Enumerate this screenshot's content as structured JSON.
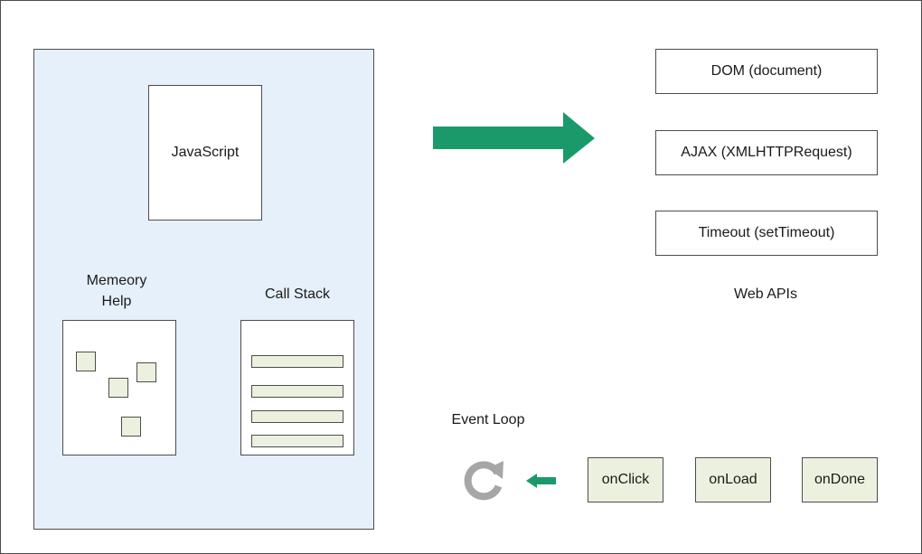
{
  "runtime": {
    "engine_label": "JavaScript",
    "memory_label": "Memeory\nHelp",
    "callstack_label": "Call Stack"
  },
  "web_apis": {
    "items": [
      {
        "label": "DOM (document)"
      },
      {
        "label": "AJAX (XMLHTTPRequest)"
      },
      {
        "label": "Timeout (setTimeout)"
      }
    ],
    "group_label": "Web APIs"
  },
  "event_loop": {
    "label": "Event Loop",
    "icon": "refresh-icon"
  },
  "callback_queue": {
    "items": [
      {
        "label": "onClick"
      },
      {
        "label": "onLoad"
      },
      {
        "label": "onDone"
      }
    ]
  },
  "colors": {
    "panel_fill": "#e6f0fb",
    "item_fill": "#ebf1de",
    "arrow_green": "#1a9a6a",
    "loop_gray": "#a6a6a6",
    "border": "#4d4d4d"
  }
}
